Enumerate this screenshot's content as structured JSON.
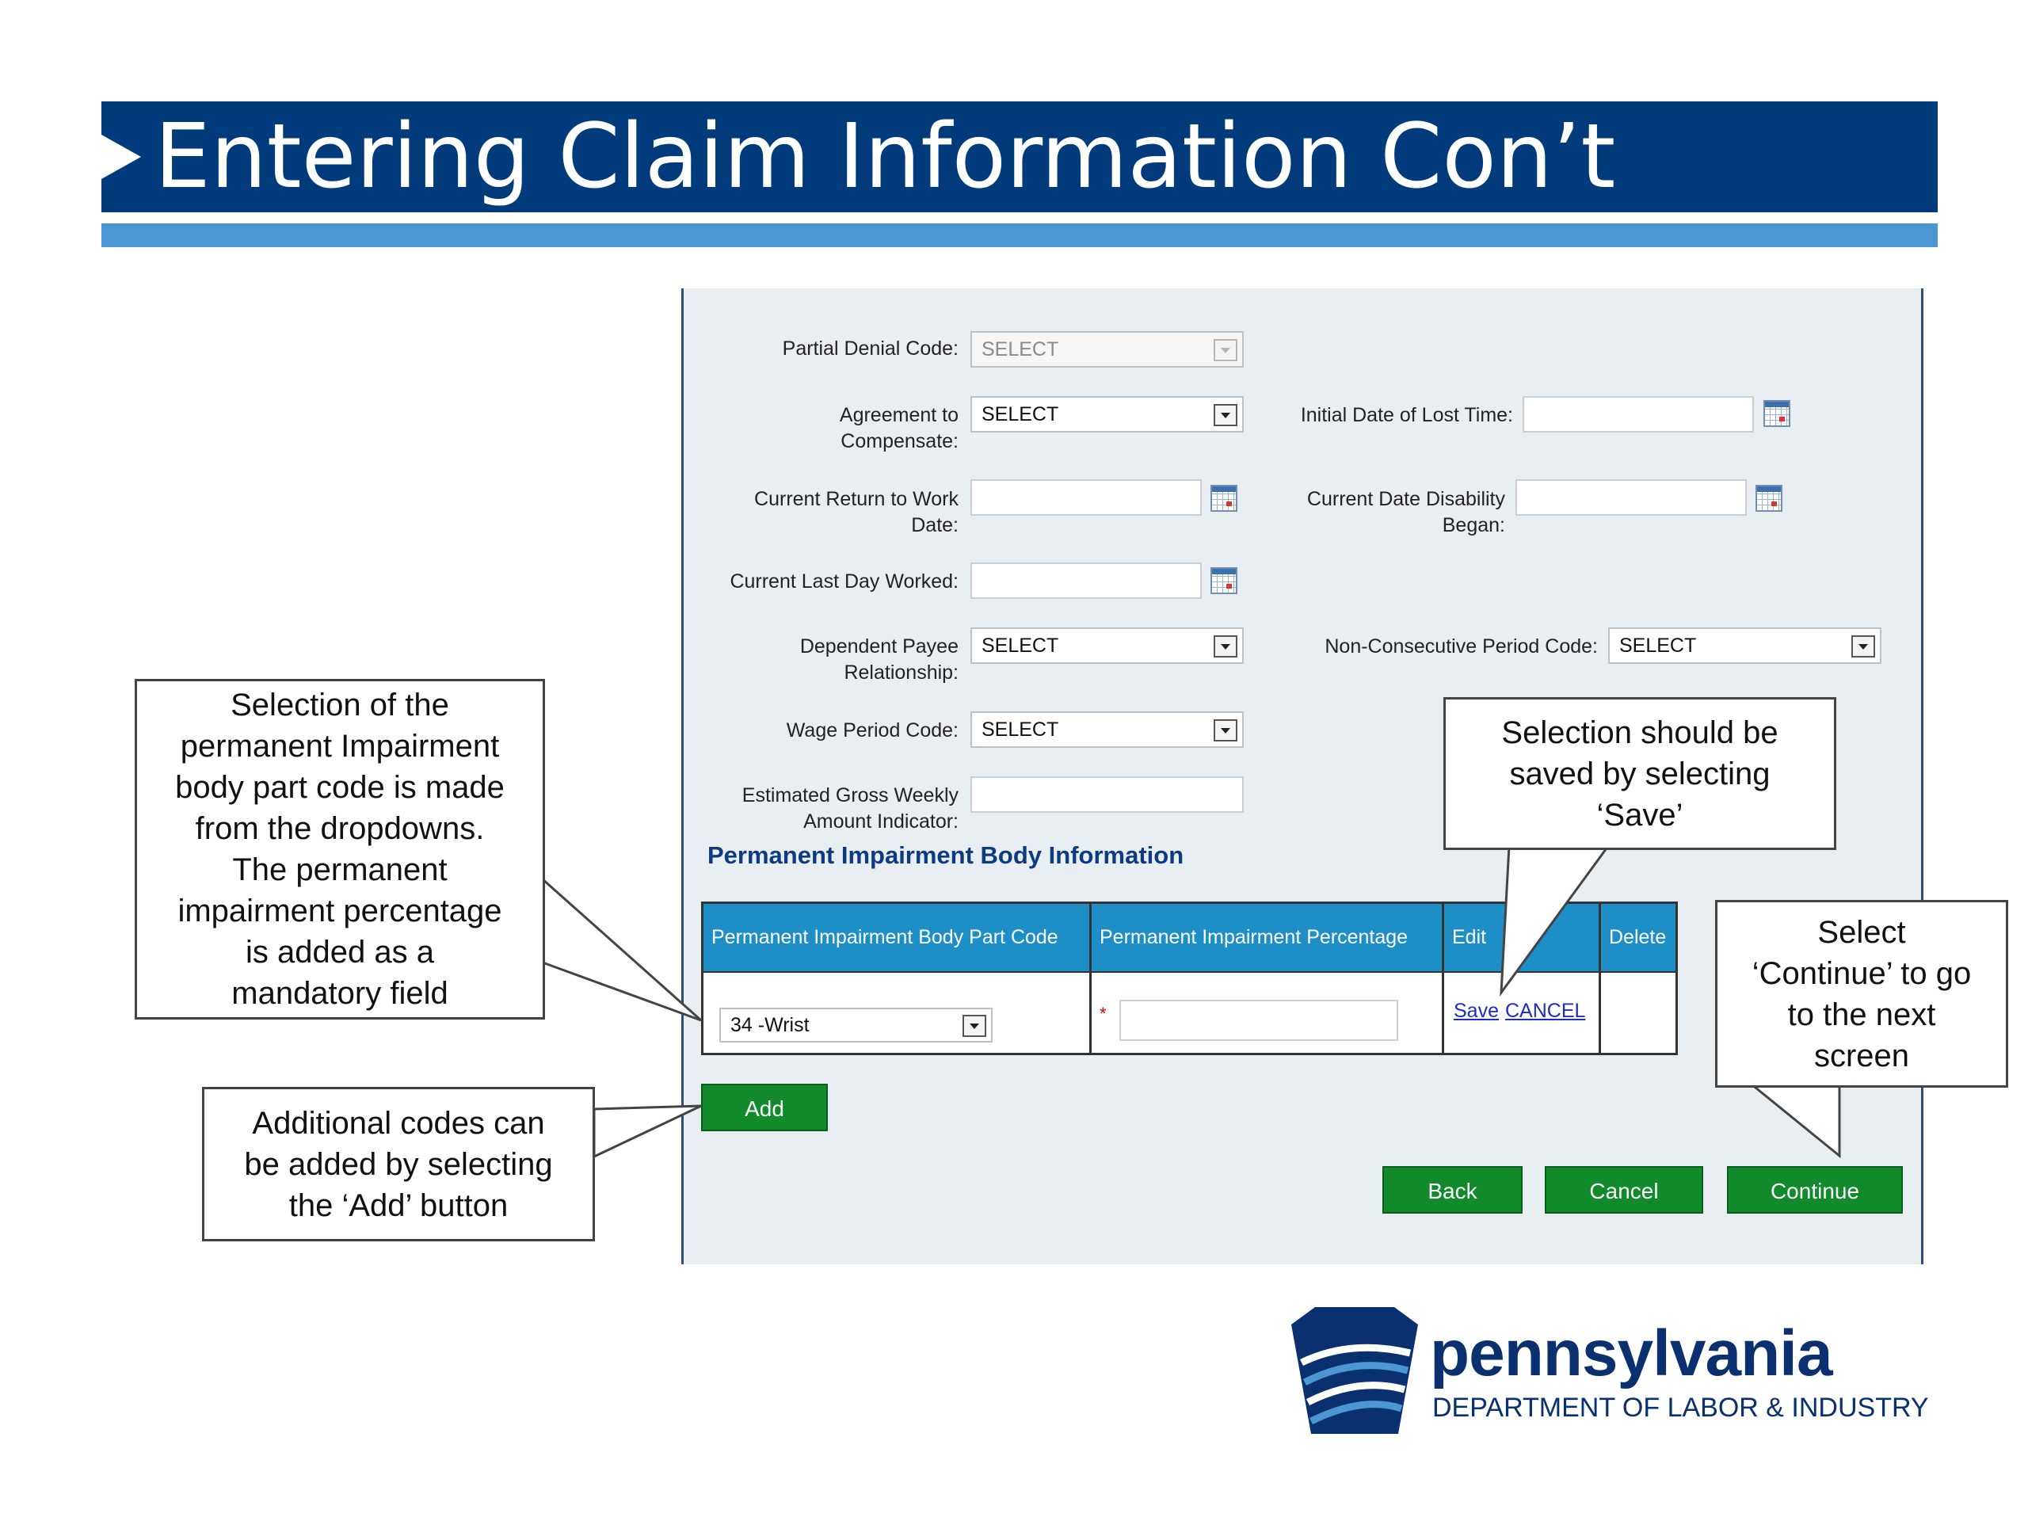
{
  "slide": {
    "title": "Entering Claim Information Con’t"
  },
  "form": {
    "partial_denial_code": {
      "label": "Partial Denial Code:",
      "value": "SELECT"
    },
    "agreement_to_compensate": {
      "label_1": "Agreement to",
      "label_2": "Compensate:",
      "value": "SELECT"
    },
    "initial_date_of_lost_time": {
      "label": "Initial Date of Lost Time:",
      "value": ""
    },
    "current_return_to_work_date": {
      "label_1": "Current Return to Work",
      "label_2": "Date:",
      "value": ""
    },
    "current_date_disability_began": {
      "label_1": "Current Date Disability",
      "label_2": "Began:",
      "value": ""
    },
    "current_last_day_worked": {
      "label": "Current Last Day Worked:",
      "value": ""
    },
    "dependent_payee_relationship": {
      "label_1": "Dependent Payee",
      "label_2": "Relationship:",
      "value": "SELECT"
    },
    "non_consecutive_period_code": {
      "label": "Non-Consecutive Period Code:",
      "value": "SELECT"
    },
    "wage_period_code": {
      "label": "Wage Period Code:",
      "value": "SELECT"
    },
    "estimated_gross_weekly": {
      "label_1": "Estimated Gross Weekly",
      "label_2": "Amount Indicator:",
      "value": ""
    }
  },
  "impairment": {
    "section_title": "Permanent Impairment Body Information",
    "columns": [
      "Permanent Impairment Body Part Code",
      "Permanent Impairment Percentage",
      "Edit",
      "Delete"
    ],
    "row": {
      "body_part_code": "34 -Wrist",
      "required_marker": "*",
      "percentage": "",
      "save_link": "Save",
      "cancel_link": "CANCEL"
    },
    "add_label": "Add"
  },
  "nav": {
    "back_label": "Back",
    "cancel_label": "Cancel",
    "continue_label": "Continue"
  },
  "callouts": {
    "dropdown_note": [
      "Selection of the",
      "permanent Impairment",
      "body part code is made",
      "from the dropdowns.",
      "The permanent",
      "impairment percentage",
      "is added as a",
      "mandatory field"
    ],
    "add_note": [
      "Additional codes can",
      "be added by selecting",
      "the ‘Add’ button"
    ],
    "save_note": [
      "Selection should be",
      "saved by selecting",
      "‘Save’"
    ],
    "continue_note": [
      "Select",
      "‘Continue’ to go",
      "to the next",
      "screen"
    ]
  },
  "logo": {
    "wordmark": "pennsylvania",
    "department": "DEPARTMENT OF LABOR & INDUSTRY"
  },
  "colors": {
    "title_bar": "#013b7c",
    "title_underline": "#4a97d3",
    "table_header": "#1e8ec7",
    "button_green": "#108a2a",
    "section_title": "#0d3b82"
  }
}
